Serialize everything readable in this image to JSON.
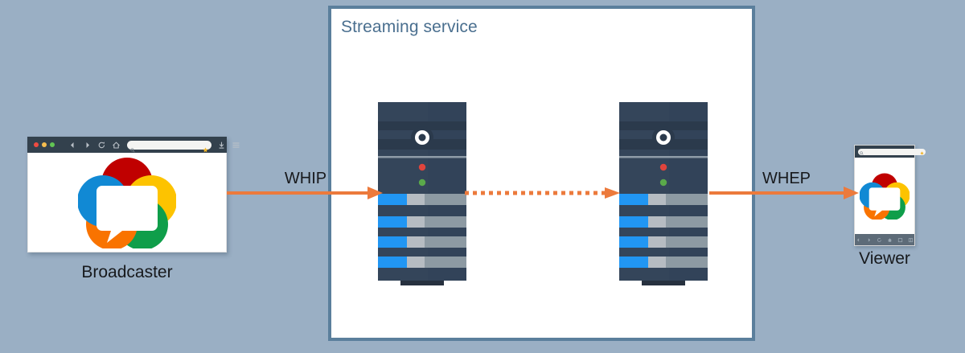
{
  "diagram": {
    "type": "architecture-flow",
    "background_color": "#9aafc4",
    "accent_color": "#ec7a3c",
    "service_box": {
      "title": "Streaming service",
      "border_color": "#5b7f9c",
      "fill_color": "#ffffff",
      "title_color": "#4a6f8f"
    },
    "nodes": [
      {
        "id": "broadcaster",
        "label": "Broadcaster",
        "kind": "browser-window",
        "logo": "jitsi-logo"
      },
      {
        "id": "ingest-server",
        "label": "",
        "kind": "server-rack"
      },
      {
        "id": "edge-server",
        "label": "",
        "kind": "server-rack"
      },
      {
        "id": "viewer",
        "label": "Viewer",
        "kind": "mobile-phone",
        "logo": "jitsi-logo"
      }
    ],
    "connections": [
      {
        "id": "whip",
        "label": "WHIP",
        "from": "broadcaster",
        "to": "ingest-server",
        "style": "solid-arrow",
        "color": "#ec7a3c"
      },
      {
        "id": "relay",
        "label": "",
        "from": "ingest-server",
        "to": "edge-server",
        "style": "dotted-arrow",
        "color": "#ec7a3c"
      },
      {
        "id": "whep",
        "label": "WHEP",
        "from": "edge-server",
        "to": "viewer",
        "style": "solid-arrow",
        "color": "#ec7a3c"
      }
    ]
  },
  "browser": {
    "title_bar": {
      "traffic_lights": [
        "close-red",
        "minimize-yellow",
        "maximize-green"
      ],
      "back_icon": "back-arrow-icon",
      "forward_icon": "forward-arrow-icon",
      "reload_icon": "reload-icon",
      "home_icon": "home-icon",
      "search_icon": "search-icon",
      "star_icon": "bookmark-star-icon",
      "download_icon": "download-icon",
      "menu_icon": "hamburger-menu-icon",
      "address_value": "",
      "address_placeholder": ""
    }
  },
  "phone": {
    "address_value": "",
    "address_placeholder": "",
    "search_icon": "search-icon",
    "star_icon": "bookmark-star-icon",
    "nav_icons": [
      "back-arrow-icon",
      "forward-arrow-icon",
      "reload-icon",
      "home-icon",
      "tabs-icon",
      "bookmarks-icon"
    ]
  },
  "server": {
    "power_icon": "power-button-icon",
    "status_leds": [
      {
        "name": "led-red",
        "color": "#e0443c"
      },
      {
        "name": "led-green",
        "color": "#5aa94a"
      }
    ],
    "drive_bay_count": 4,
    "body_color": "#34455a",
    "bay_blue": "#2196f3",
    "bay_light": "#b6bcc2",
    "bay_gray": "#8d9aa3"
  },
  "logo": {
    "name": "jitsi-logo",
    "petal_colors": {
      "top": "#c00000",
      "right": "#fdc300",
      "bottom_right": "#0f9e4a",
      "bottom_left": "#f97300",
      "left": "#1189d4"
    },
    "bubble_color": "#ffffff"
  }
}
